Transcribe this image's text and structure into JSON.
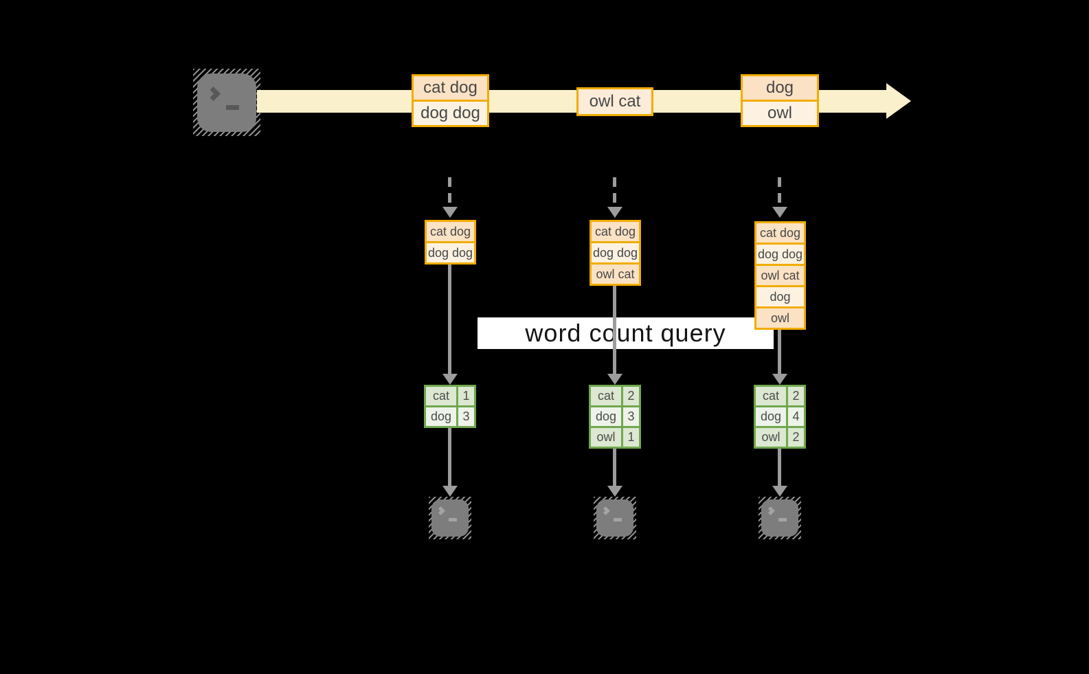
{
  "banner": {
    "label": "word count query"
  },
  "stream": {
    "records": [
      {
        "cells": [
          "cat dog",
          "dog dog"
        ]
      },
      {
        "cells": [
          "owl cat"
        ]
      },
      {
        "cells": [
          "dog",
          "owl"
        ]
      }
    ]
  },
  "buffers": [
    {
      "cells": [
        "cat dog",
        "dog dog"
      ]
    },
    {
      "cells": [
        "cat dog",
        "dog dog",
        "owl cat"
      ]
    },
    {
      "cells": [
        "cat dog",
        "dog dog",
        "owl cat",
        "dog",
        "owl"
      ]
    }
  ],
  "tables": [
    {
      "rows": [
        [
          "cat",
          "1"
        ],
        [
          "dog",
          "3"
        ]
      ]
    },
    {
      "rows": [
        [
          "cat",
          "2"
        ],
        [
          "dog",
          "3"
        ],
        [
          "owl",
          "1"
        ]
      ]
    },
    {
      "rows": [
        [
          "cat",
          "2"
        ],
        [
          "dog",
          "4"
        ],
        [
          "owl",
          "2"
        ]
      ]
    }
  ],
  "icons": {
    "terminal_prompt": ">_"
  },
  "colors": {
    "background": "#000000",
    "stream_band": "#faf0cb",
    "accent_orange": "#f2ac00",
    "peach_fill": "#fbe2c4",
    "cream_fill": "#fdf2e2",
    "accent_green": "#70a74f",
    "green_row_dark": "#dce8d1",
    "green_row_light": "#edf3e8",
    "arrow_gray": "#9c9c9c",
    "banner_bg": "#ffffff",
    "banner_text": "#141414"
  }
}
